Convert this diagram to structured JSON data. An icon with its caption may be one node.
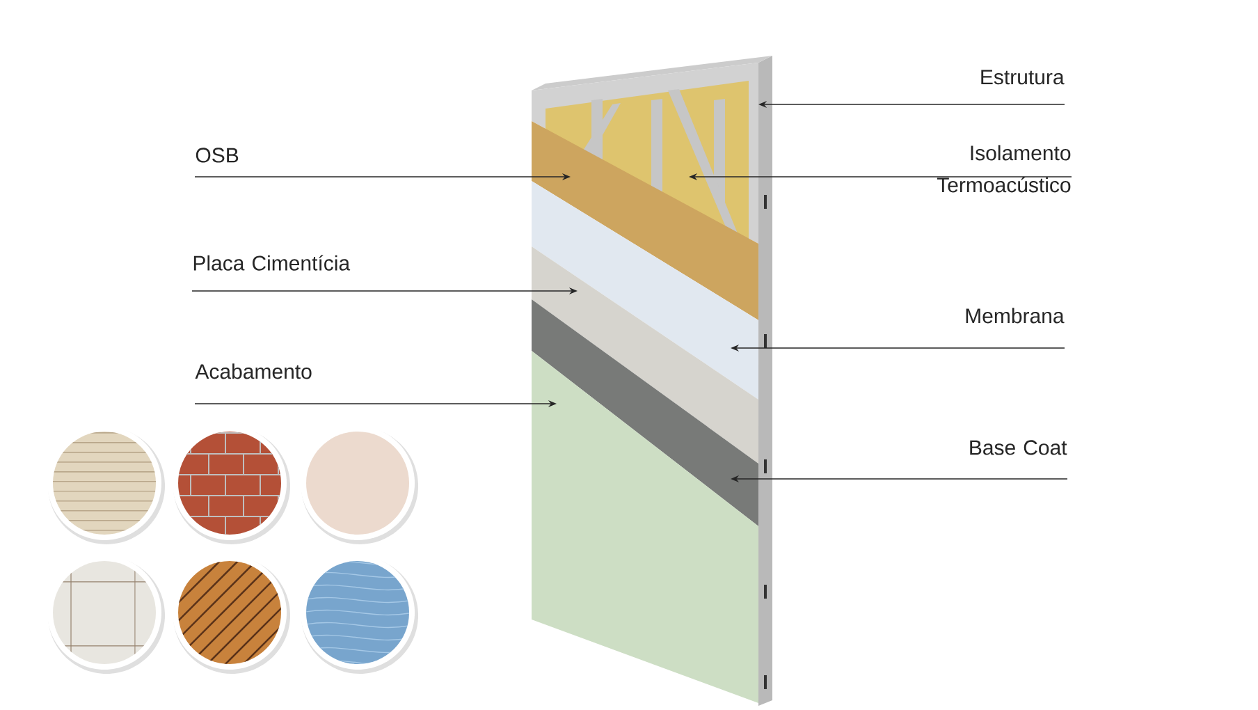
{
  "diagram": {
    "nodes": [
      {
        "text": [
          "Estrutura"
        ]
      },
      {
        "text": [
          "OSB"
        ]
      },
      {
        "text": [
          "Isolamento Termoacústico"
        ]
      },
      {
        "text": [
          "Placa Cimentícia"
        ]
      },
      {
        "text": [
          "Membrana"
        ]
      },
      {
        "text": [
          "Acabamento"
        ]
      },
      {
        "text": [
          "Base Coat"
        ]
      }
    ],
    "edges": [
      {
        "from": 0,
        "to": null,
        "arrow": "to"
      },
      {
        "from": 1,
        "to": null,
        "arrow": "to"
      },
      {
        "from": 2,
        "to": null,
        "arrow": "to"
      },
      {
        "from": 3,
        "to": null,
        "arrow": "to"
      },
      {
        "from": 4,
        "to": null,
        "arrow": "to"
      },
      {
        "from": 5,
        "to": null,
        "arrow": "to"
      },
      {
        "from": 6,
        "to": null,
        "arrow": "to"
      }
    ]
  }
}
